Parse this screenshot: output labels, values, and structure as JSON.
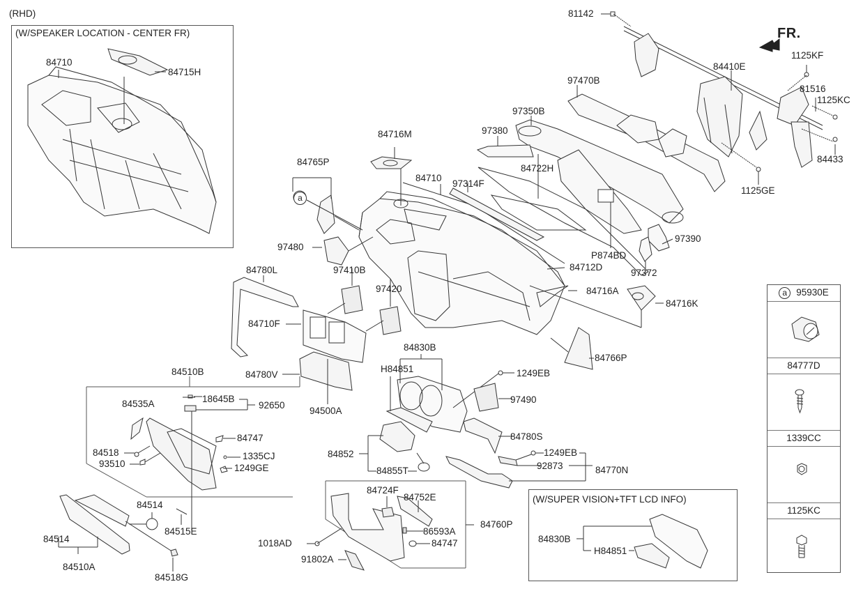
{
  "diagram": {
    "title": "(RHD)",
    "orientation": "FR.",
    "insets": {
      "speaker": {
        "title": "(W/SPEAKER LOCATION - CENTER FR)",
        "labels": [
          "84710",
          "84715H"
        ]
      },
      "super_vision": {
        "title": "(W/SUPER VISION+TFT LCD INFO)",
        "labels": [
          "84830B",
          "H84851"
        ]
      }
    },
    "parts": {
      "p81142": "81142",
      "p84410E": "84410E",
      "p1125KF": "1125KF",
      "p81516": "81516",
      "p1125KC": "1125KC",
      "p84433": "84433",
      "p1125GE": "1125GE",
      "p97470B": "97470B",
      "p97350B": "97350B",
      "p97380": "97380",
      "p84716M": "84716M",
      "p84765P": "84765P",
      "p84710": "84710",
      "p97314F": "97314F",
      "p84722H": "84722H",
      "p97480": "97480",
      "p97390": "97390",
      "pP874BD": "P874BD",
      "p97372": "97372",
      "p84712D": "84712D",
      "p84716A": "84716A",
      "p84716K": "84716K",
      "p84780L": "84780L",
      "p97410B": "97410B",
      "p97420": "97420",
      "p84710F": "84710F",
      "p84766P": "84766P",
      "p84830B": "84830B",
      "pH84851": "H84851",
      "p1249EB_a": "1249EB",
      "p84780V": "84780V",
      "p94500A": "94500A",
      "p97490": "97490",
      "p84510B": "84510B",
      "p84535A": "84535A",
      "p18645B": "18645B",
      "p92650": "92650",
      "p84747_a": "84747",
      "p84518": "84518",
      "p1335CJ": "1335CJ",
      "p93510": "93510",
      "p1249GE": "1249GE",
      "p84780S": "84780S",
      "p84852": "84852",
      "p1249EB_b": "1249EB",
      "p92873": "92873",
      "p84770N": "84770N",
      "p84855T": "84855T",
      "p84514_a": "84514",
      "p84515E": "84515E",
      "p84514_b": "84514",
      "p84510A": "84510A",
      "p84518G": "84518G",
      "p84724F": "84724F",
      "p84752E": "84752E",
      "p84760P": "84760P",
      "p86593A": "86593A",
      "p84747_b": "84747",
      "p1018AD": "1018AD",
      "p91802A": "91802A"
    },
    "legend": {
      "marker": "a",
      "items": [
        {
          "code": "95930E",
          "icon": "headlamp-switch-icon"
        },
        {
          "code": "84777D",
          "icon": "tapping-screw-icon"
        },
        {
          "code": "1339CC",
          "icon": "hex-nut-icon"
        },
        {
          "code": "1125KC",
          "icon": "flange-bolt-icon"
        }
      ]
    },
    "callout_marker": "a"
  }
}
